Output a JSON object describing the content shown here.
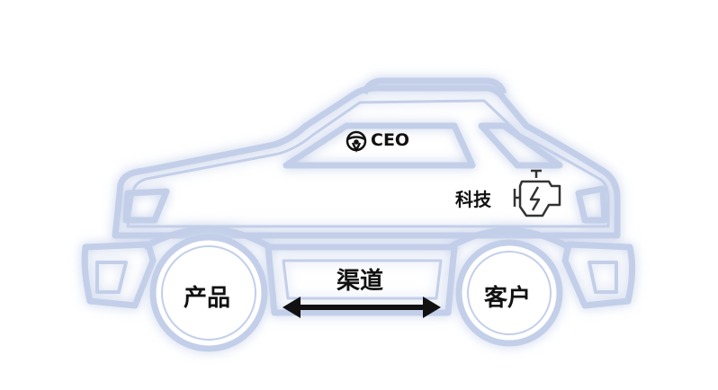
{
  "labels": {
    "ceo": "CEO",
    "tech": "科技",
    "product": "产品",
    "channel": "渠道",
    "customer": "客户"
  },
  "icons": {
    "ceo": "steering-wheel-icon",
    "tech": "engine-icon",
    "channel": "double-arrow-icon"
  },
  "colors": {
    "outline": "#c3cfe9",
    "glow": "#8ea6d8",
    "text": "#111111"
  }
}
